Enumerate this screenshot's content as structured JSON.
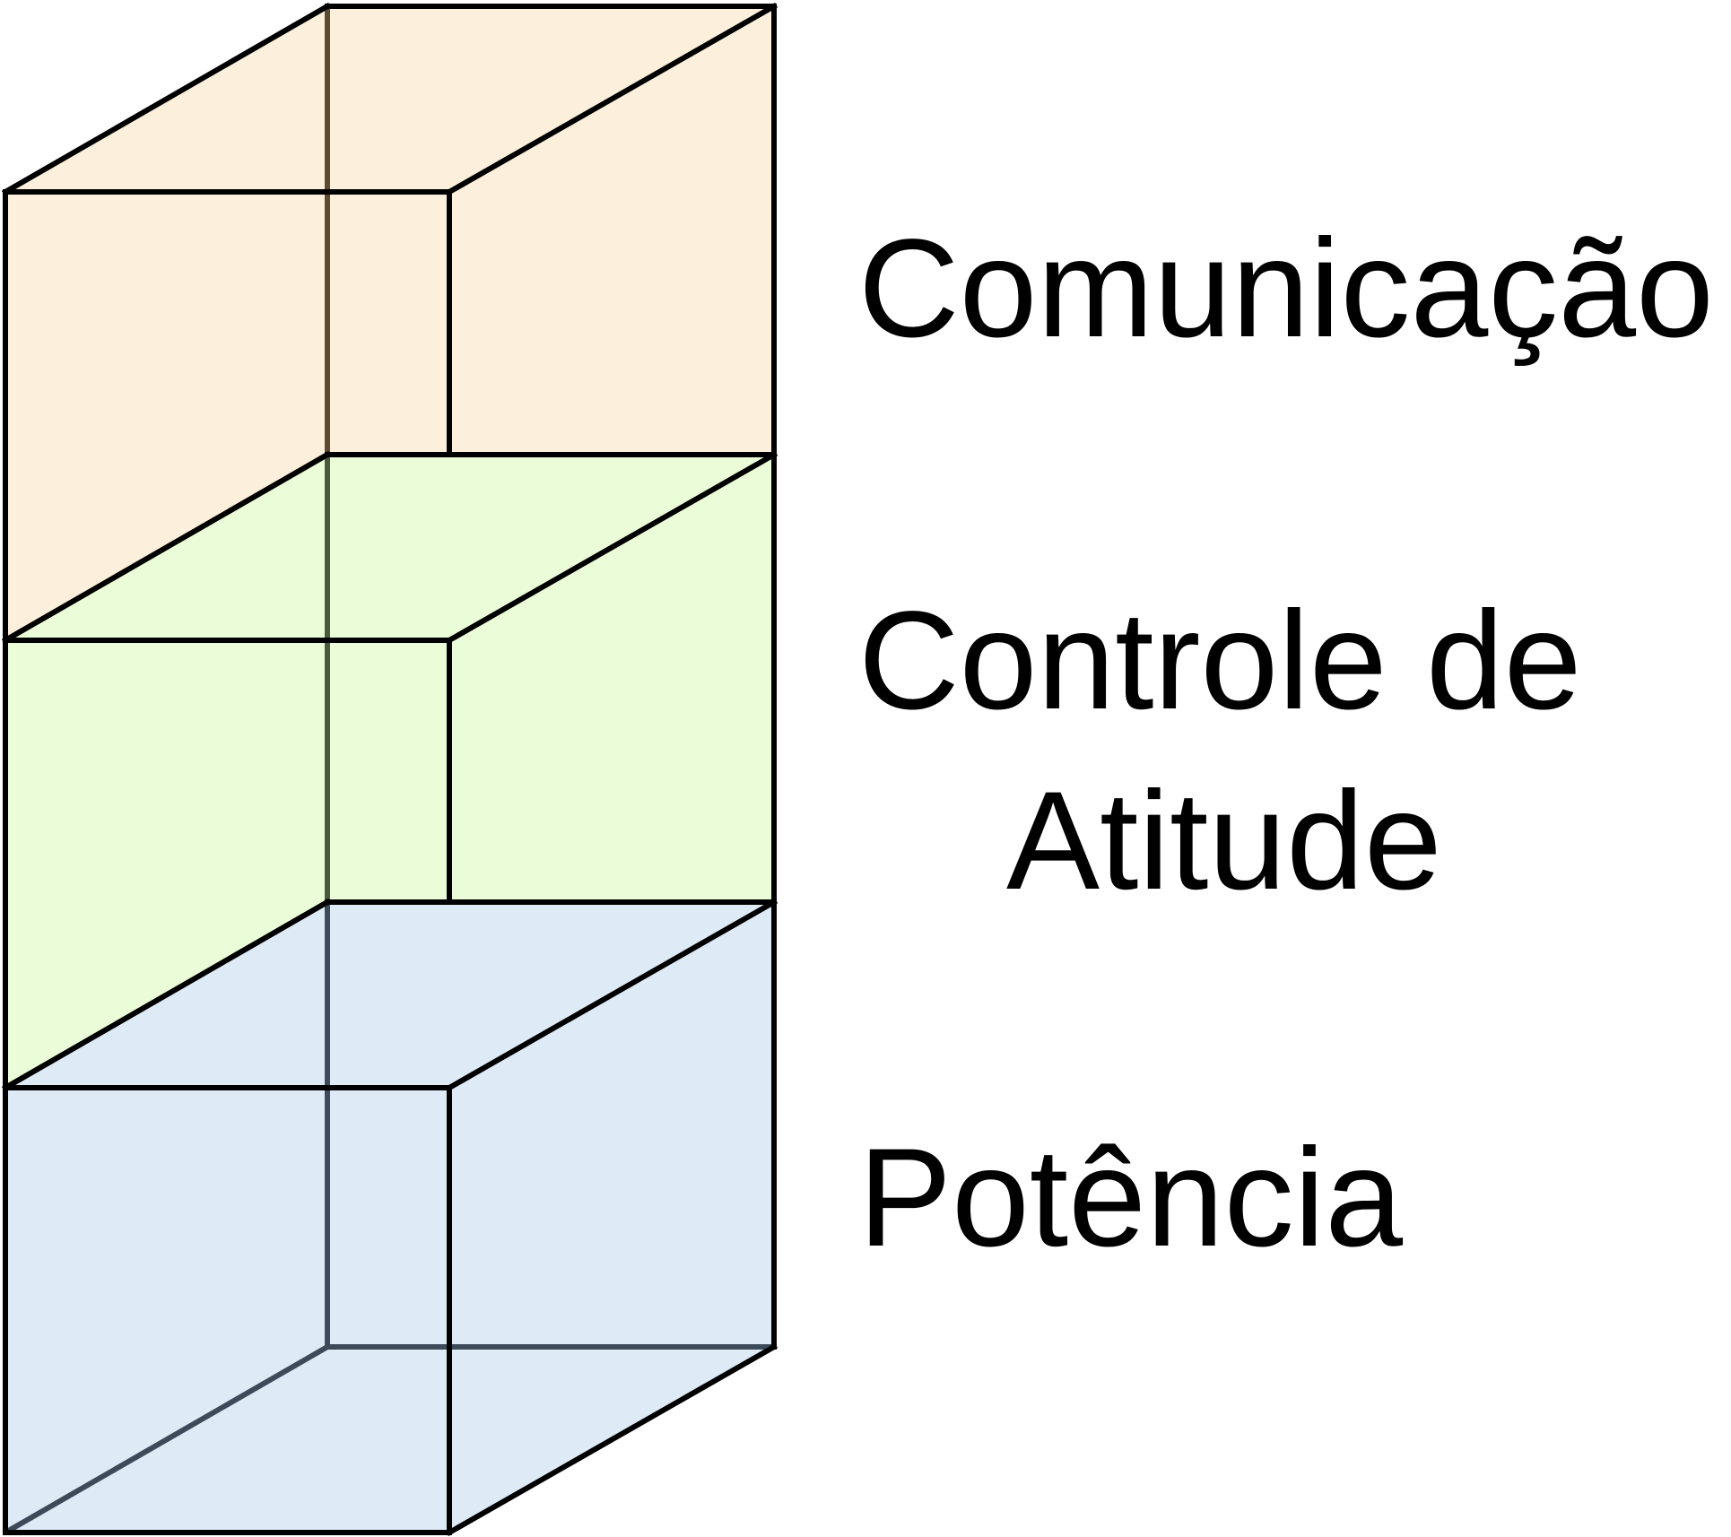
{
  "modules": [
    {
      "id": "comunicacao",
      "label": "Comunicação",
      "fill": "#fcf0dc"
    },
    {
      "id": "controle",
      "label_line1": "Controle de",
      "label_line2": "Atitude",
      "fill": "#ebfdd8"
    },
    {
      "id": "potencia",
      "label": "Potência",
      "fill": "#deebf7"
    }
  ],
  "colors": {
    "edge": "#000000",
    "hidden_edge_top": "#5c4a33",
    "hidden_edge_mid": "#4a5a3c",
    "hidden_edge_bottom": "#3c4a5a"
  }
}
